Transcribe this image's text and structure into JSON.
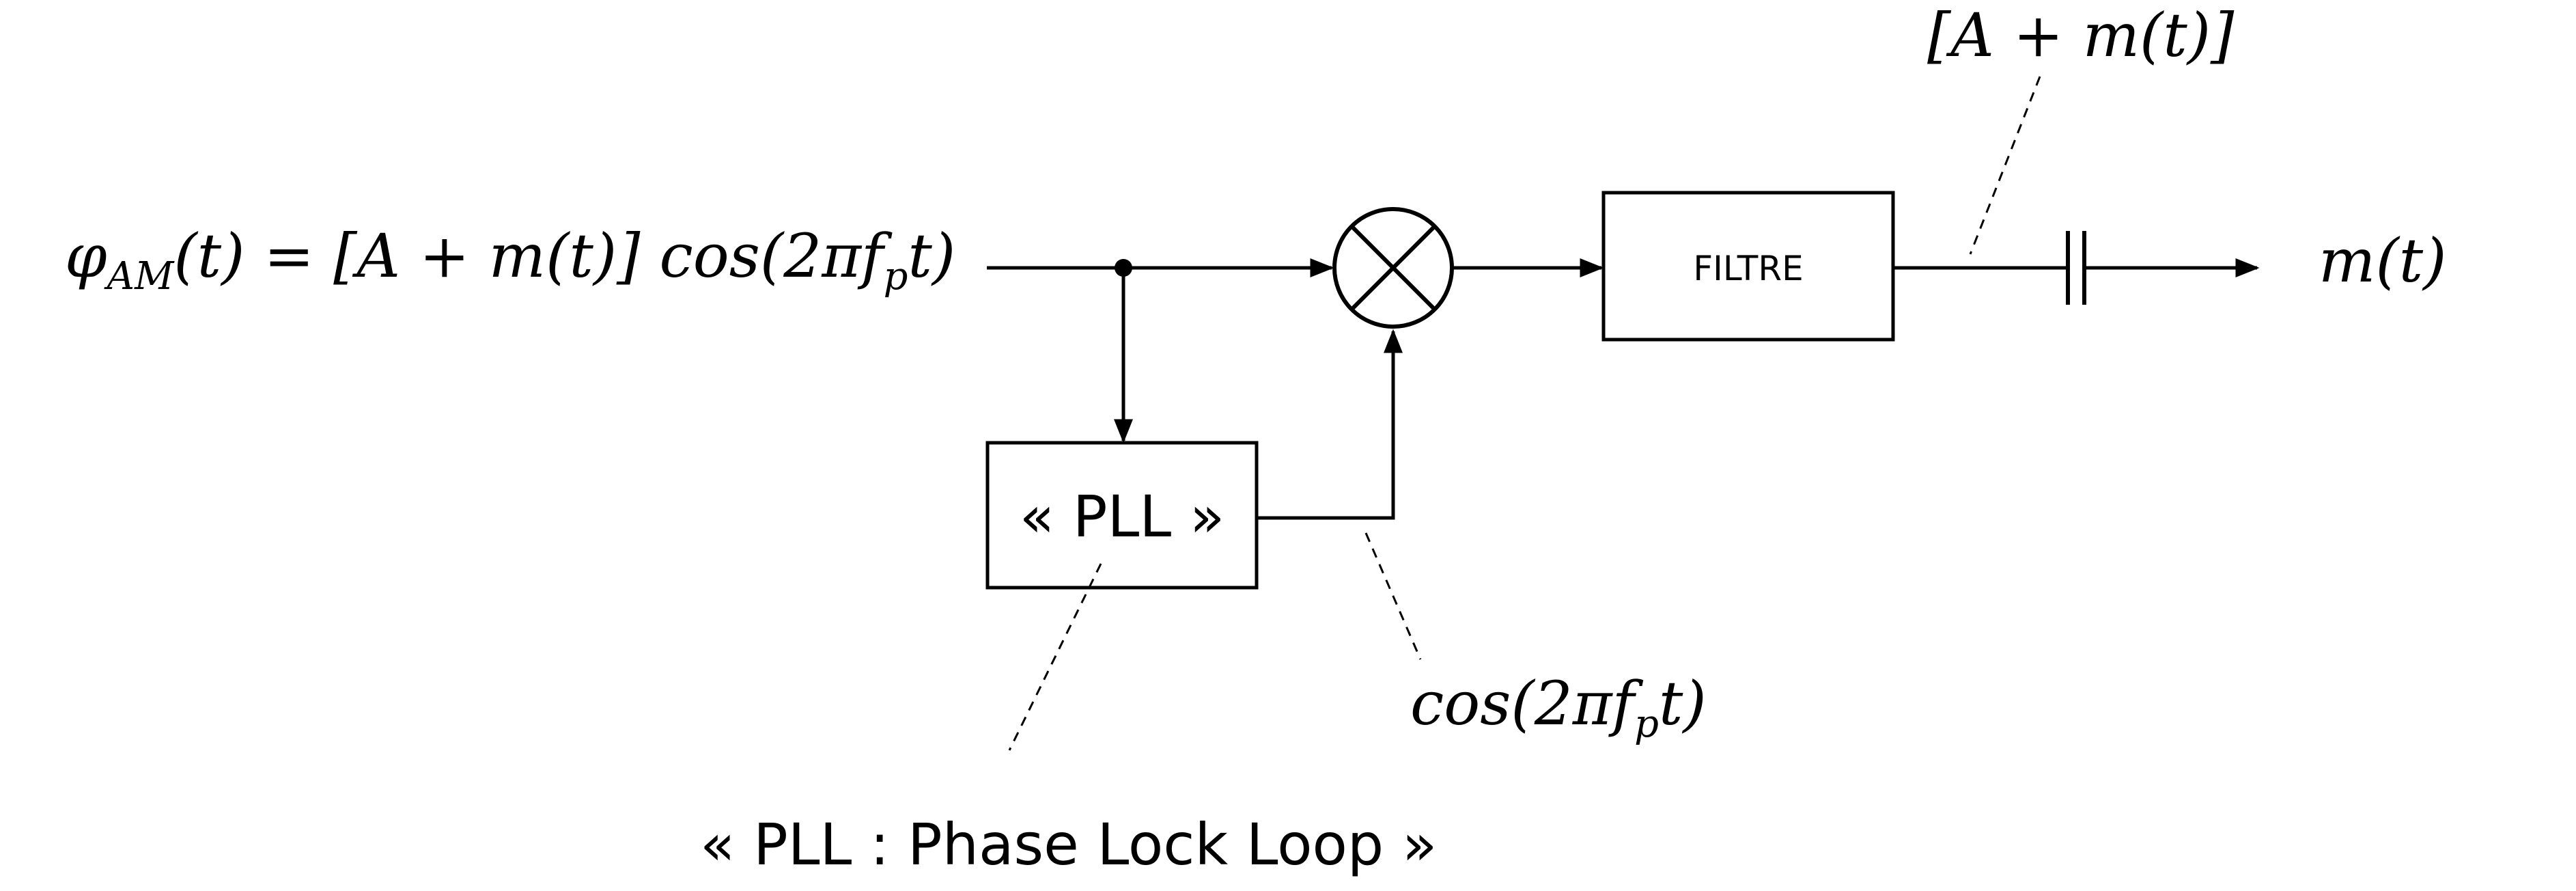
{
  "input_signal": {
    "phi": "φ",
    "sub": "AM",
    "lhs_rest": "(t) = [A + m(t)] cos(2π",
    "f": "f",
    "fsub": "p",
    "t_end": "t)"
  },
  "blocks": {
    "pll": "« PLL »",
    "filter": "FILTRE"
  },
  "labels": {
    "filter_out": "[A + m(t)]",
    "output": "m(t)",
    "pll_out_prefix": "cos(2π",
    "pll_out_f": "f",
    "pll_out_fsub": "p",
    "pll_out_suffix": "t)",
    "pll_note": "« PLL :  Phase Lock Loop »"
  }
}
